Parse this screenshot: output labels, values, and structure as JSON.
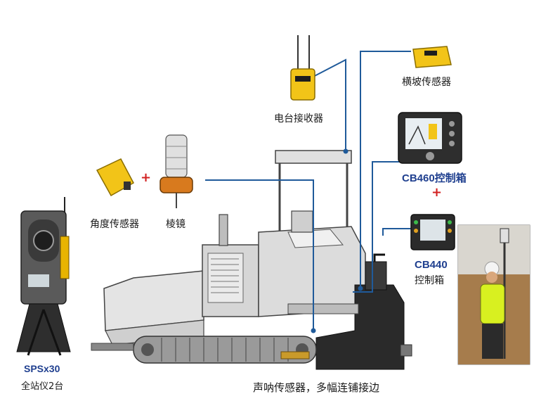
{
  "labels": {
    "radio_receiver": "电台接收器",
    "cross_slope_sensor": "横坡传感器",
    "cb460_controller": "CB460控制箱",
    "angle_sensor": "角度传感器",
    "prism": "棱镜",
    "cb440_model": "CB440",
    "cb440_box": "控制箱",
    "total_station_model": "SPSx30",
    "total_station_desc": "全站仪2台",
    "sonic_sensor_caption": "声呐传感器，多幅连铺接边"
  },
  "plus_signs": [
    "+",
    "+"
  ],
  "colors": {
    "connector_line": "#1f5a9a",
    "label_blue": "#1f3f8f",
    "plus_red": "#d22020",
    "device_yellow": "#f2c418"
  },
  "icons": [
    "radio-antenna",
    "total-station",
    "prism",
    "angle-sensor",
    "cross-slope-sensor",
    "display-controller",
    "paver",
    "worker-photo"
  ]
}
